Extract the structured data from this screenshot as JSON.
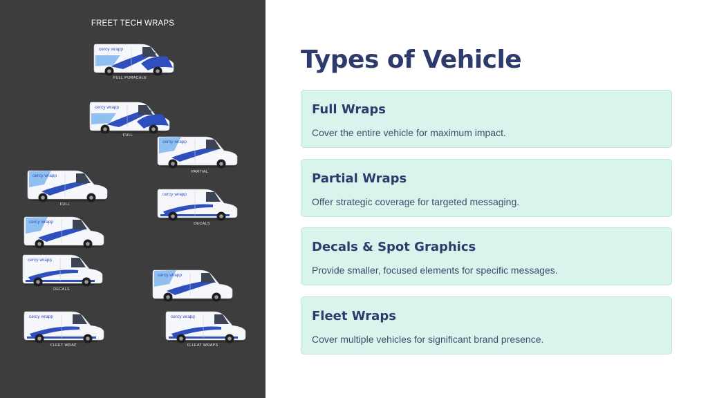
{
  "sidebar": {
    "title": "FREET TECH WRAPS",
    "brand_mark": "cercy wrapp",
    "vans": [
      {
        "caption": "FULL PURACALE",
        "variant": "full"
      },
      {
        "caption": "FULL",
        "variant": "full"
      },
      {
        "caption": "PARTIAL",
        "variant": "partial"
      },
      {
        "caption": "FULL",
        "variant": "partial"
      },
      {
        "caption": "DECALS",
        "variant": "decals"
      },
      {
        "caption": "",
        "variant": "partial"
      },
      {
        "caption": "DECALS",
        "variant": "decals"
      },
      {
        "caption": "",
        "variant": "partial"
      },
      {
        "caption": "FLEET WRAP",
        "variant": "decals"
      },
      {
        "caption": "FLLEAT WRAPS",
        "variant": "decals"
      }
    ]
  },
  "main": {
    "title": "Types of Vehicle",
    "cards": [
      {
        "title": "Full Wraps",
        "description": "Cover the entire vehicle for maximum impact."
      },
      {
        "title": "Partial Wraps",
        "description": "Offer strategic coverage for targeted messaging."
      },
      {
        "title": "Decals & Spot Graphics",
        "description": "Provide smaller, focused elements for specific messages."
      },
      {
        "title": "Fleet Wraps",
        "description": "Cover multiple vehicles for significant brand presence."
      }
    ]
  },
  "colors": {
    "panel_background": "#3d3d3d",
    "title_navy": "#2d3a6b",
    "card_mint": "#d9f4ec",
    "wrap_blue": "#2f4fbf",
    "wrap_light_blue": "#8fc0ef"
  }
}
